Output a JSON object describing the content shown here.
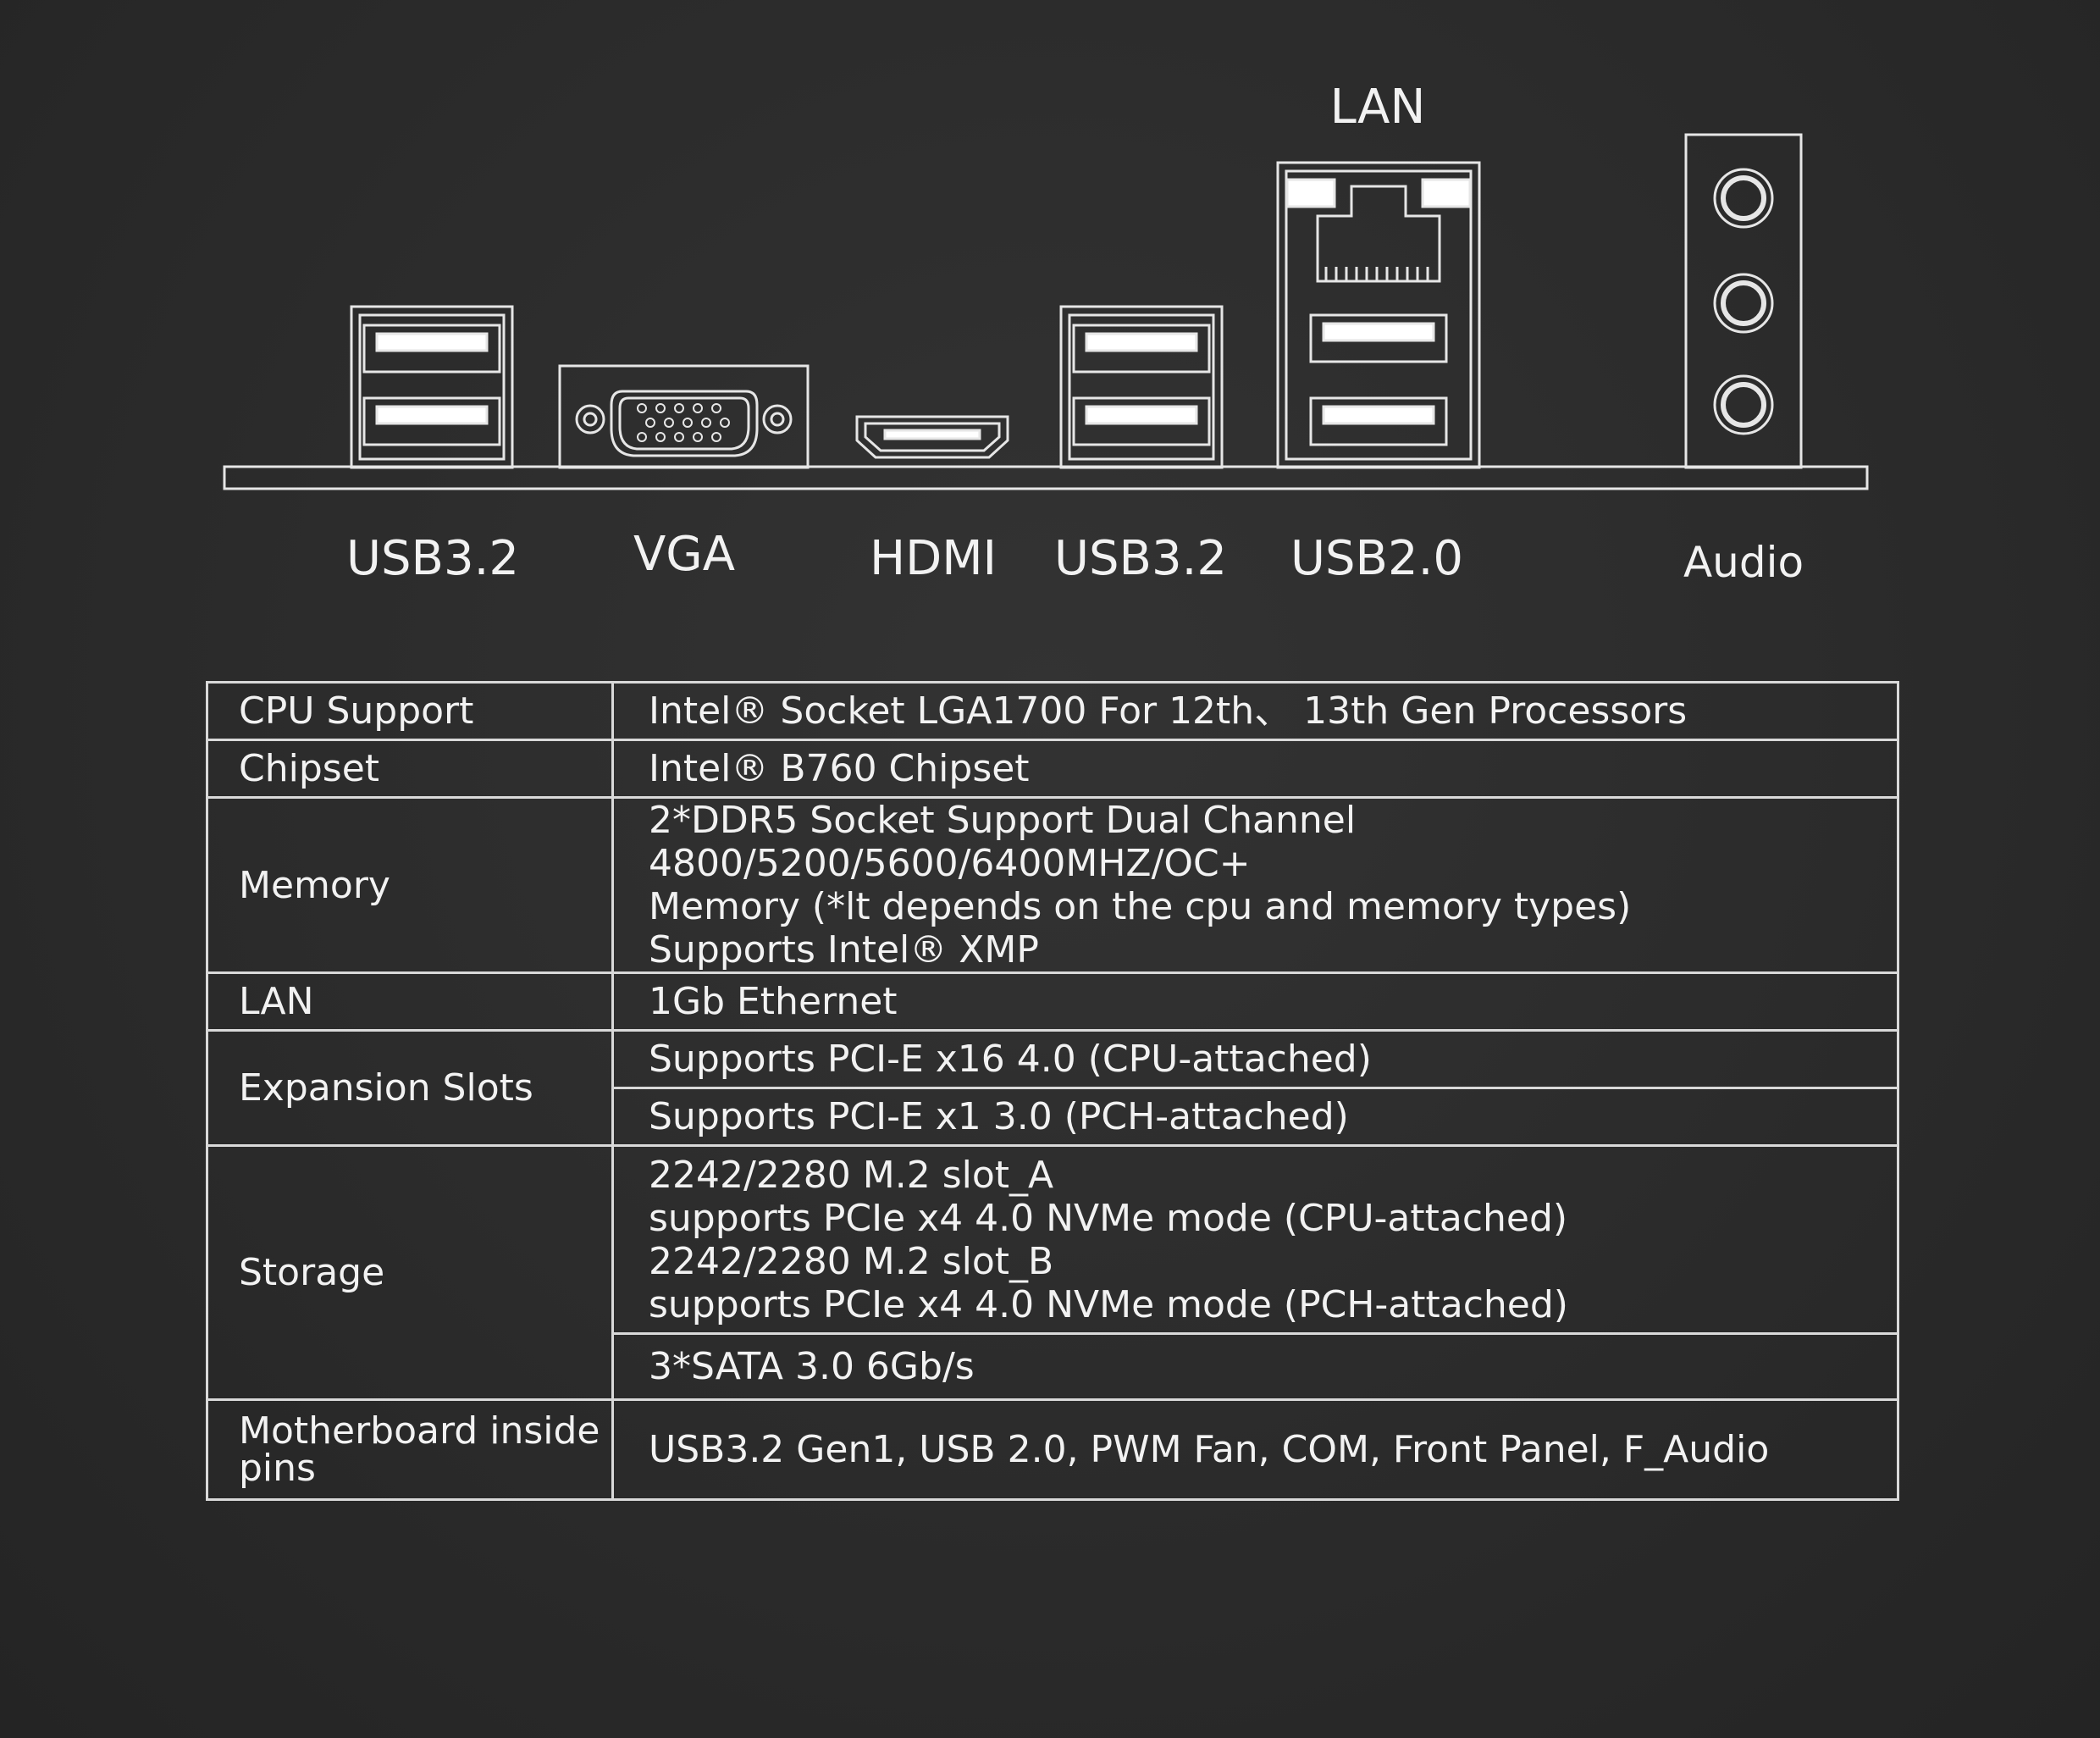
{
  "io_panel": {
    "lan_label": "LAN",
    "ports": [
      {
        "id": "usb32-left",
        "label": "USB3.2"
      },
      {
        "id": "vga",
        "label": "VGA"
      },
      {
        "id": "hdmi",
        "label": "HDMI"
      },
      {
        "id": "usb32-right",
        "label": "USB3.2"
      },
      {
        "id": "usb20",
        "label": "USB2.0"
      },
      {
        "id": "audio",
        "label": "Audio"
      }
    ]
  },
  "specs": {
    "cpu": {
      "label": "CPU Support",
      "value": "Intel® Socket LGA1700 For 12th、 13th Gen Processors"
    },
    "chipset": {
      "label": "Chipset",
      "value": "Intel® B760 Chipset"
    },
    "memory": {
      "label": "Memory",
      "lines": [
        "2*DDR5 Socket Support Dual Channel 4800/5200/5600/6400MHZ/OC+",
        "Memory (*lt depends on the cpu and memory types)",
        "Supports Intel® XMP"
      ]
    },
    "lan": {
      "label": "LAN",
      "value": "1Gb Ethernet"
    },
    "expansion": {
      "label": "Expansion Slots",
      "values": [
        "Supports PCI-E x16 4.0 (CPU-attached)",
        "Supports PCI-E x1 3.0 (PCH-attached)"
      ]
    },
    "storage": {
      "label": "Storage",
      "m2_lines": [
        "2242/2280 M.2 slot_A",
        "supports PCIe x4 4.0 NVMe mode (CPU-attached)",
        "2242/2280 M.2 slot_B",
        "supports PCIe x4 4.0 NVMe mode (PCH-attached)"
      ],
      "sata": "3*SATA 3.0 6Gb/s"
    },
    "pins": {
      "label": "Motherboard inside pins",
      "value": "USB3.2 Gen1, USB 2.0, PWM Fan, COM, Front Panel, F_Audio"
    }
  }
}
